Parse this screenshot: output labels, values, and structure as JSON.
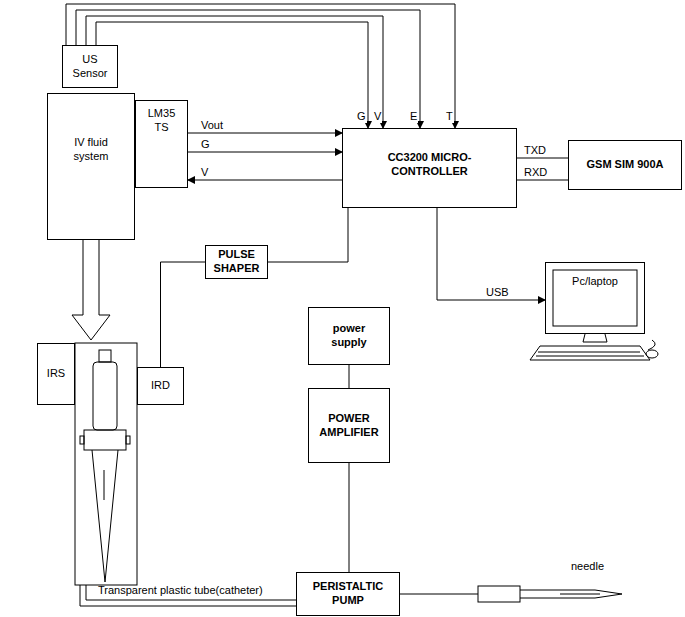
{
  "diagram": {
    "nodes": [
      {
        "text": [
          "US Sensor"
        ]
      },
      {
        "text": [
          "IV fluid system"
        ]
      },
      {
        "text": [
          "LM35 TS"
        ]
      },
      {
        "text": [
          "CC3200 MICRO-CONTROLLER"
        ]
      },
      {
        "text": [
          "GSM SIM 900A"
        ]
      },
      {
        "text": [
          "Pc/laptop"
        ]
      },
      {
        "text": [
          "PULSE SHAPER"
        ]
      },
      {
        "text": [
          "IRS"
        ]
      },
      {
        "text": [
          "IRD"
        ]
      },
      {
        "text": [
          "power supply"
        ]
      },
      {
        "text": [
          "POWER AMPLIFIER"
        ]
      },
      {
        "text": [
          "PERISTALTIC PUMP"
        ]
      }
    ],
    "edges": [
      {
        "from": 0,
        "to": 3,
        "label": "G",
        "arrow": "to"
      },
      {
        "from": 0,
        "to": 3,
        "label": "V",
        "arrow": "to"
      },
      {
        "from": 0,
        "to": 3,
        "label": "E",
        "arrow": "to"
      },
      {
        "from": 0,
        "to": 3,
        "label": "T",
        "arrow": "to"
      },
      {
        "from": 2,
        "to": 3,
        "label": "Vout",
        "arrow": "to"
      },
      {
        "from": 2,
        "to": 3,
        "label": "G",
        "arrow": "to"
      },
      {
        "from": 3,
        "to": 2,
        "label": "V",
        "arrow": "to"
      },
      {
        "from": 3,
        "to": 4,
        "label": "TXD",
        "arrow": "none"
      },
      {
        "from": 3,
        "to": 4,
        "label": "RXD",
        "arrow": "none"
      },
      {
        "from": 3,
        "to": 5,
        "label": "USB",
        "arrow": "to"
      },
      {
        "from": 3,
        "to": 6,
        "arrow": "none"
      },
      {
        "from": 6,
        "to": 8,
        "arrow": "none"
      },
      {
        "from": 9,
        "to": 10,
        "arrow": "none"
      },
      {
        "from": 10,
        "to": 11,
        "arrow": "none"
      }
    ],
    "labels": [
      "Transparent plastic tube(catheter)",
      "needle"
    ]
  }
}
